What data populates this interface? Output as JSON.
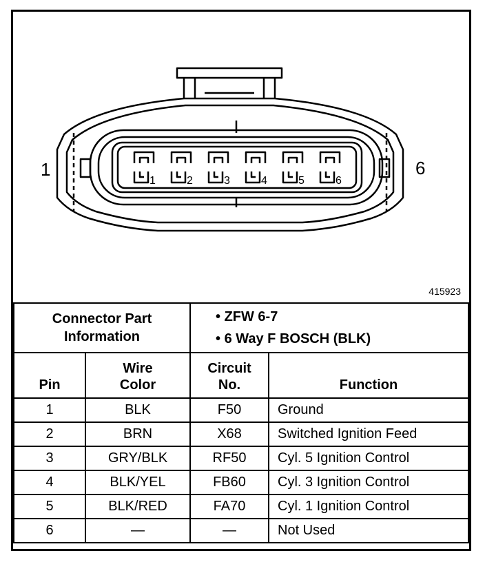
{
  "diagram": {
    "left_pin_label": "1",
    "right_pin_label": "6",
    "cavity_numbers": [
      "1",
      "2",
      "3",
      "4",
      "5",
      "6"
    ],
    "reference_number": "415923"
  },
  "connector_info": {
    "label_line1": "Connector Part",
    "label_line2": "Information",
    "items": [
      "ZFW 6-7",
      "6 Way F BOSCH (BLK)"
    ]
  },
  "table": {
    "headers": {
      "pin": "Pin",
      "wire_color_line1": "Wire",
      "wire_color_line2": "Color",
      "circuit_line1": "Circuit",
      "circuit_line2": "No.",
      "function": "Function"
    },
    "rows": [
      {
        "pin": "1",
        "color": "BLK",
        "circuit": "F50",
        "function": "Ground"
      },
      {
        "pin": "2",
        "color": "BRN",
        "circuit": "X68",
        "function": "Switched Ignition Feed"
      },
      {
        "pin": "3",
        "color": "GRY/BLK",
        "circuit": "RF50",
        "function": "Cyl. 5 Ignition Control"
      },
      {
        "pin": "4",
        "color": "BLK/YEL",
        "circuit": "FB60",
        "function": "Cyl. 3 Ignition Control"
      },
      {
        "pin": "5",
        "color": "BLK/RED",
        "circuit": "FA70",
        "function": "Cyl. 1 Ignition Control"
      },
      {
        "pin": "6",
        "color": "—",
        "circuit": "—",
        "function": "Not Used"
      }
    ]
  }
}
